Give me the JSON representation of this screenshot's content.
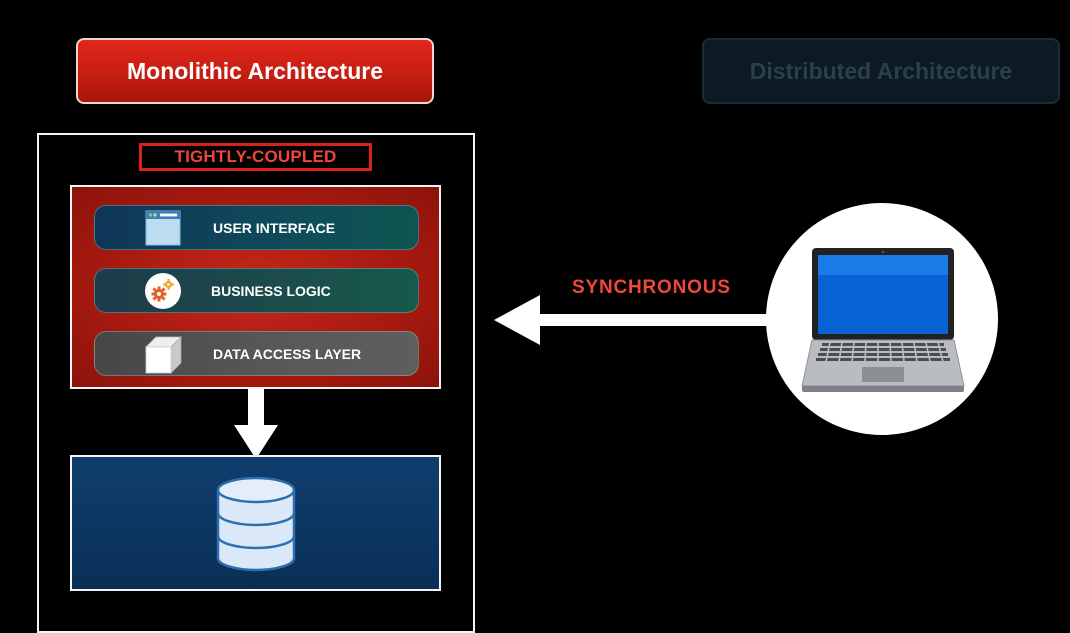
{
  "tabs": {
    "monolithic": "Monolithic Architecture",
    "distributed": "Distributed Architecture"
  },
  "monolith": {
    "coupling_label": "TIGHTLY-COUPLED",
    "layers": [
      {
        "label": "USER INTERFACE",
        "icon": "browser-window-icon"
      },
      {
        "label": "BUSINESS LOGIC",
        "icon": "gears-icon"
      },
      {
        "label": "DATA ACCESS LAYER",
        "icon": "cube-icon"
      }
    ],
    "database_icon": "database-icon"
  },
  "connection": {
    "label": "SYNCHRONOUS",
    "direction_icon": "left-arrow-icon"
  },
  "client": {
    "icon": "laptop-icon"
  },
  "colors": {
    "accent_red": "#d9231a",
    "label_red": "#f0463a",
    "database_blue": "#0c3763",
    "background": "#000000"
  }
}
